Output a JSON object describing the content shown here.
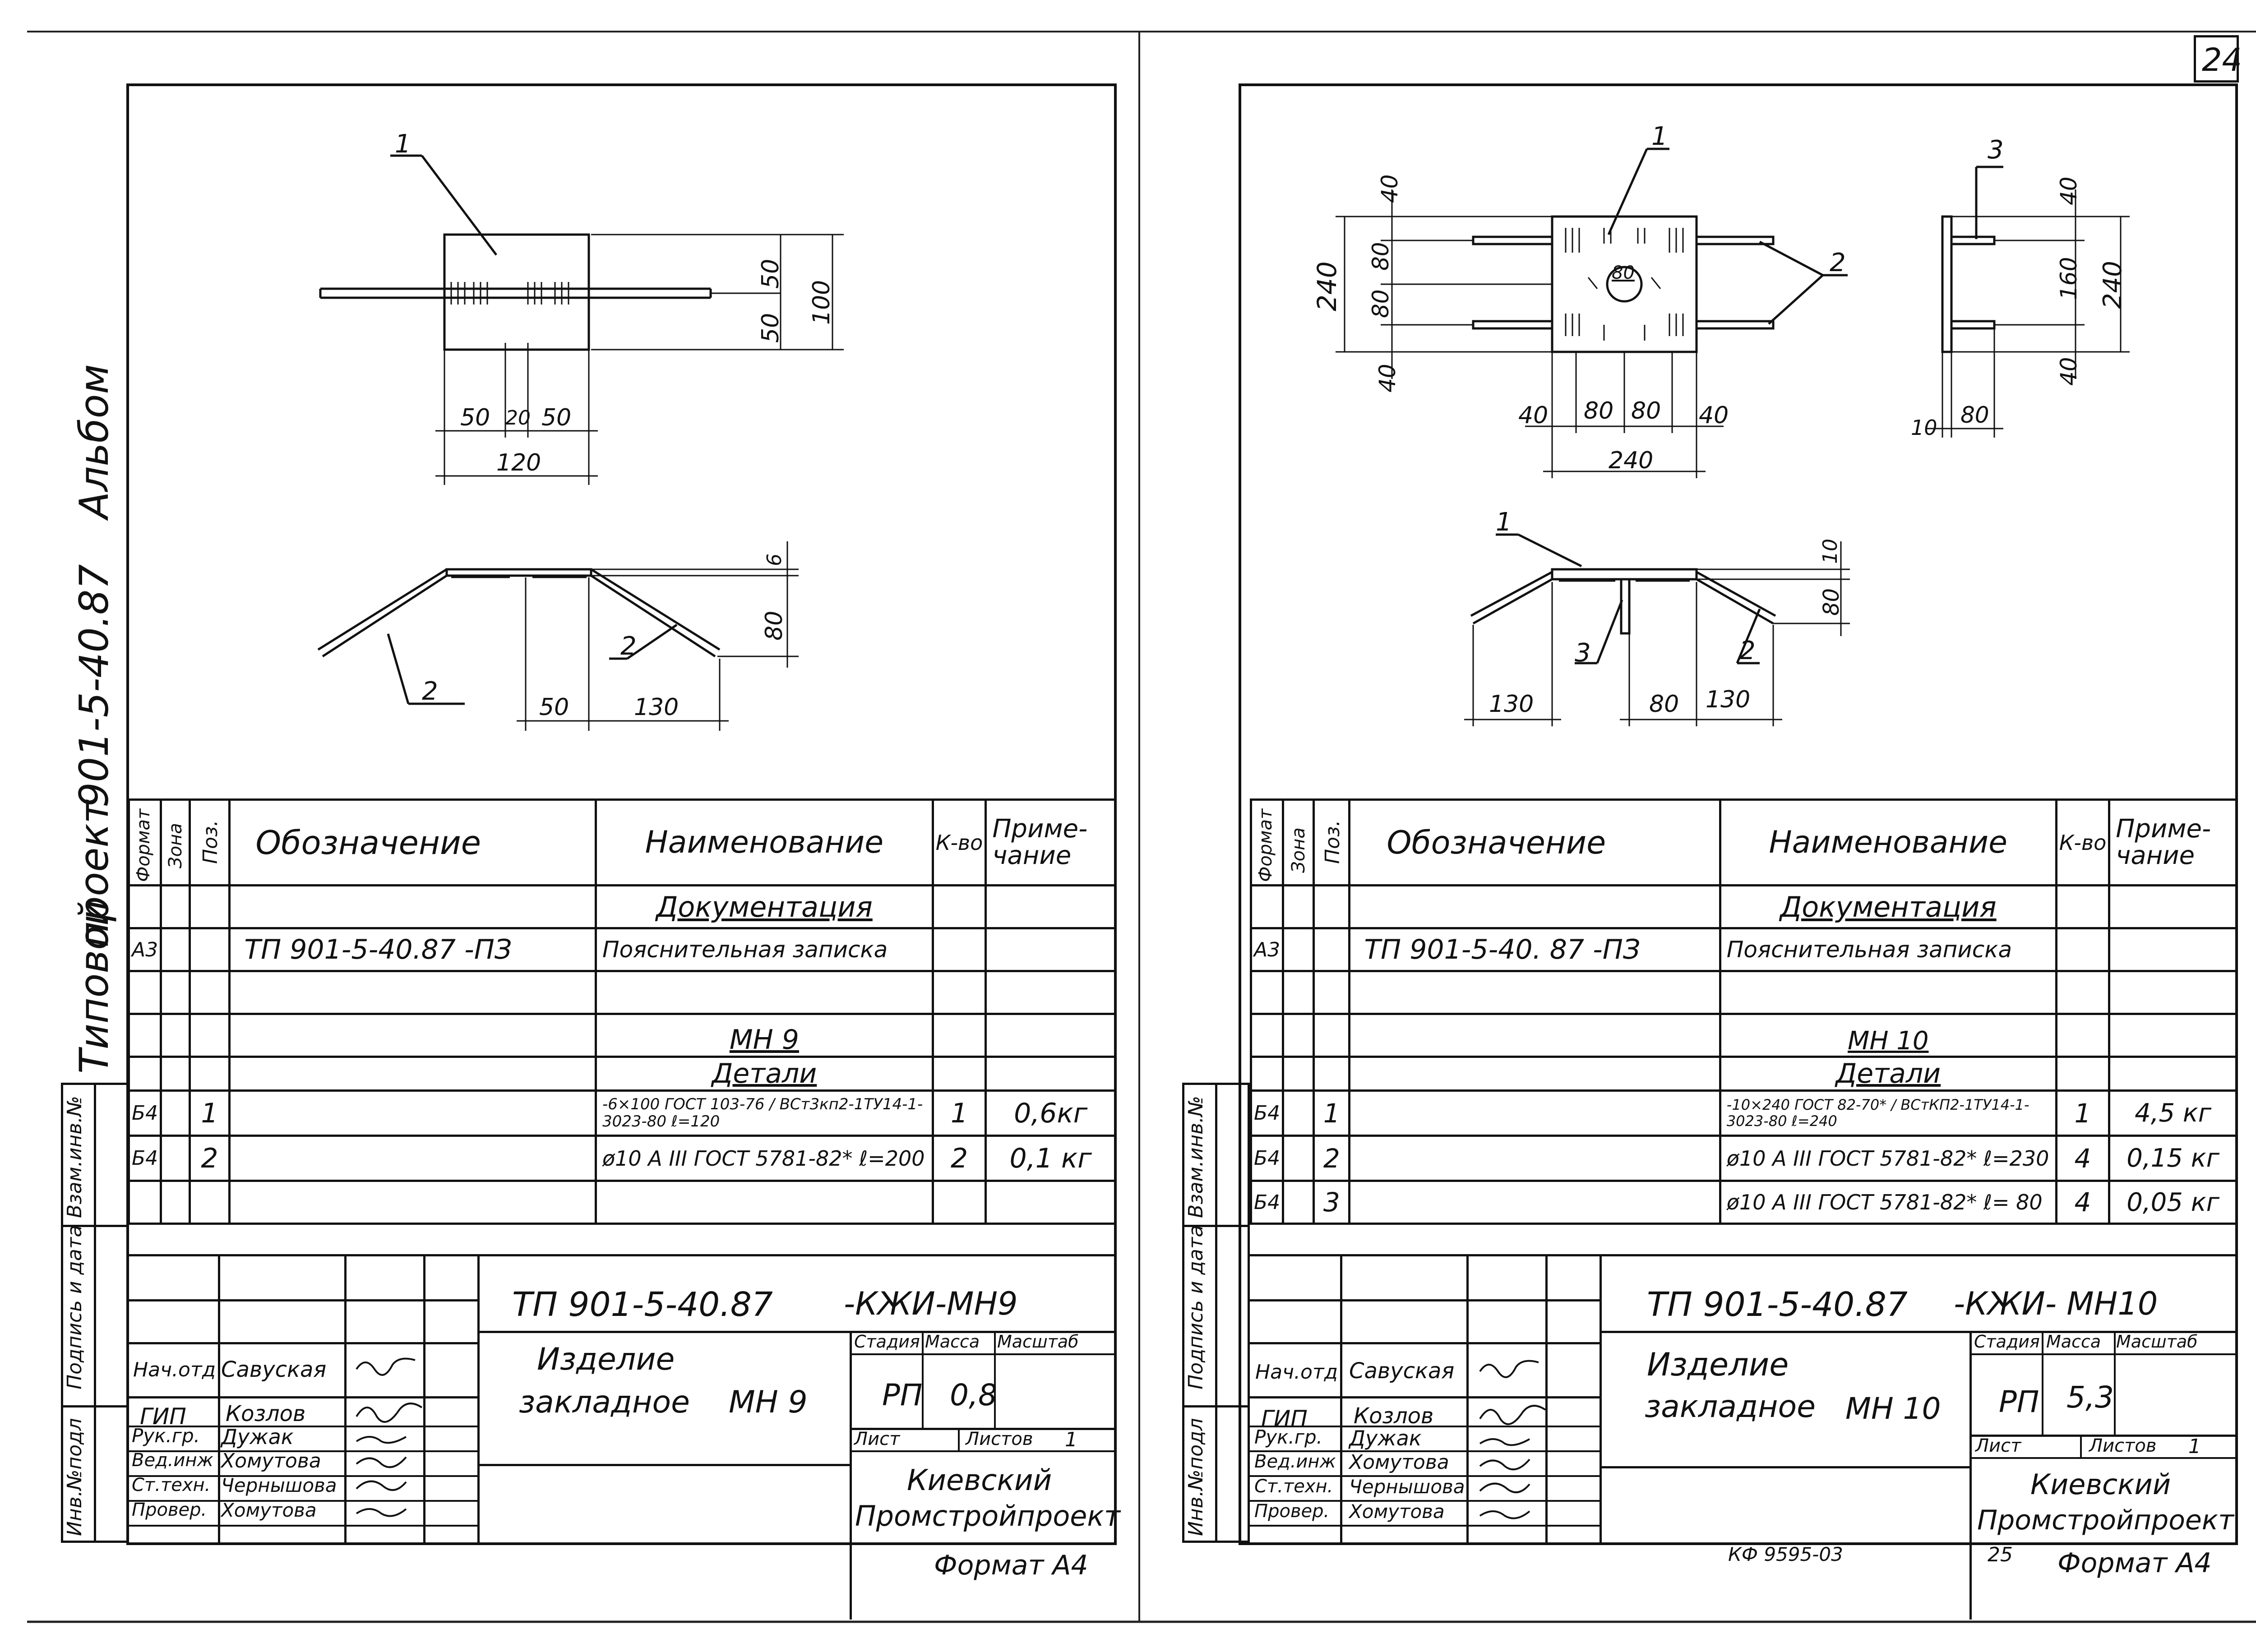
{
  "page_number": "24",
  "album_caption": {
    "type": "Типовой",
    "project": "проект",
    "code": "901-5-40.87",
    "album": "Альбом"
  },
  "side_stamps": [
    "Инв.№подл",
    "Подпись и дата",
    "Взам.инв.№"
  ],
  "side_stamps_right": [
    "Инв.№подл",
    "Подпись и дата",
    "Взам.инв.№"
  ],
  "left_sheet": {
    "drawing": {
      "pos_labels": [
        "1",
        "2",
        "2"
      ],
      "dims_plan": [
        "50",
        "50",
        "100",
        "50",
        "20",
        "50",
        "120"
      ],
      "dims_section": [
        "6",
        "80",
        "50",
        "130"
      ]
    },
    "spec_header": {
      "format": "Формат",
      "zone": "Зона",
      "pos": "Поз.",
      "designation": "Обозначение",
      "name": "Наименование",
      "qty": "К-во",
      "note": "Приме-чание"
    },
    "spec_rows": [
      {
        "format": "",
        "pos": "",
        "designation": "",
        "name": "Документация",
        "qty": "",
        "note": ""
      },
      {
        "format": "А3",
        "pos": "",
        "designation": "ТП 901-5-40.87 -ПЗ",
        "name": "Пояснительная записка",
        "qty": "",
        "note": ""
      },
      {
        "format": "",
        "pos": "",
        "designation": "",
        "name": "",
        "qty": "",
        "note": ""
      },
      {
        "format": "",
        "pos": "",
        "designation": "",
        "name": "МН 9",
        "qty": "",
        "note": ""
      },
      {
        "format": "",
        "pos": "",
        "designation": "",
        "name": "Детали",
        "qty": "",
        "note": ""
      },
      {
        "format": "Б4",
        "pos": "1",
        "designation": "",
        "name": "-6×100 ГОСТ 103-76 / ВСт3кп2-1ТУ14-1-3023-80 ℓ=120",
        "qty": "1",
        "note": "0,6кг"
      },
      {
        "format": "Б4",
        "pos": "2",
        "designation": "",
        "name": "ø10 А III ГОСТ 5781-82* ℓ=200",
        "qty": "2",
        "note": "0,1 кг"
      },
      {
        "format": "",
        "pos": "",
        "designation": "",
        "name": "",
        "qty": "",
        "note": ""
      }
    ],
    "title_block": {
      "doc_code": "ТП 901-5-40.87",
      "doc_suffix": "-КЖИ-МН9",
      "item_line1": "Изделие",
      "item_line2": "закладное",
      "item_code": "МН 9",
      "stage_label": "Стадия",
      "mass_label": "Масса",
      "scale_label": "Масштаб",
      "stage": "РП",
      "mass": "0,8",
      "sheet_label": "Лист",
      "sheets_label": "Листов",
      "sheets": "1",
      "org_line1": "Киевский",
      "org_line2": "Промстройпроект",
      "roles": [
        "Нач.отд",
        "ГИП",
        "Рук.гр.",
        "Вед.инж",
        "Ст.техн.",
        "Провер."
      ],
      "names": [
        "Савуская",
        "Козлов",
        "Дужак",
        "Хомутова",
        "Чернышова",
        "Хомутова"
      ]
    },
    "format_note": "Формат А4"
  },
  "right_sheet": {
    "drawing": {
      "pos_labels": [
        "1",
        "2",
        "3",
        "1",
        "3",
        "2"
      ],
      "circle_label": "80",
      "dims_plan": [
        "40",
        "80",
        "80",
        "40",
        "240",
        "40",
        "80",
        "80",
        "40",
        "240"
      ],
      "dims_side": [
        "40",
        "160",
        "240",
        "40",
        "10",
        "80"
      ],
      "dims_section": [
        "10",
        "80",
        "130",
        "80",
        "130"
      ]
    },
    "spec_header": {
      "format": "Формат",
      "zone": "Зона",
      "pos": "Поз.",
      "designation": "Обозначение",
      "name": "Наименование",
      "qty": "К-во",
      "note": "Приме-чание"
    },
    "spec_rows": [
      {
        "format": "",
        "pos": "",
        "designation": "",
        "name": "Документация",
        "qty": "",
        "note": ""
      },
      {
        "format": "А3",
        "pos": "",
        "designation": "ТП 901-5-40. 87 -ПЗ",
        "name": "Пояснительная записка",
        "qty": "",
        "note": ""
      },
      {
        "format": "",
        "pos": "",
        "designation": "",
        "name": "",
        "qty": "",
        "note": ""
      },
      {
        "format": "",
        "pos": "",
        "designation": "",
        "name": "МН 10",
        "qty": "",
        "note": ""
      },
      {
        "format": "",
        "pos": "",
        "designation": "",
        "name": "Детали",
        "qty": "",
        "note": ""
      },
      {
        "format": "Б4",
        "pos": "1",
        "designation": "",
        "name": "-10×240 ГОСТ 82-70* / ВСтКП2-1ТУ14-1-3023-80 ℓ=240",
        "qty": "1",
        "note": "4,5 кг"
      },
      {
        "format": "Б4",
        "pos": "2",
        "designation": "",
        "name": "ø10 А III ГОСТ 5781-82* ℓ=230",
        "qty": "4",
        "note": "0,15 кг"
      },
      {
        "format": "Б4",
        "pos": "3",
        "designation": "",
        "name": "ø10 А III ГОСТ 5781-82* ℓ= 80",
        "qty": "4",
        "note": "0,05 кг"
      }
    ],
    "title_block": {
      "doc_code": "ТП 901-5-40.87",
      "doc_suffix": "-КЖИ- МН10",
      "item_line1": "Изделие",
      "item_line2": "закладное",
      "item_code": "МН 10",
      "stage_label": "Стадия",
      "mass_label": "Масса",
      "scale_label": "Масштаб",
      "stage": "РП",
      "mass": "5,3",
      "sheet_label": "Лист",
      "sheets_label": "Листов",
      "sheets": "1",
      "org_line1": "Киевский",
      "org_line2": "Промстройпроект",
      "roles": [
        "Нач.отд",
        "ГИП",
        "Рук.гр.",
        "Вед.инж",
        "Ст.техн.",
        "Провер."
      ],
      "names": [
        "Савуская",
        "Козлов",
        "Дужак",
        "Хомутова",
        "Чернышова",
        "Хомутова"
      ]
    },
    "footer_code": "КФ 9595-03",
    "footer_num": "25",
    "format_note": "Формат А4"
  }
}
